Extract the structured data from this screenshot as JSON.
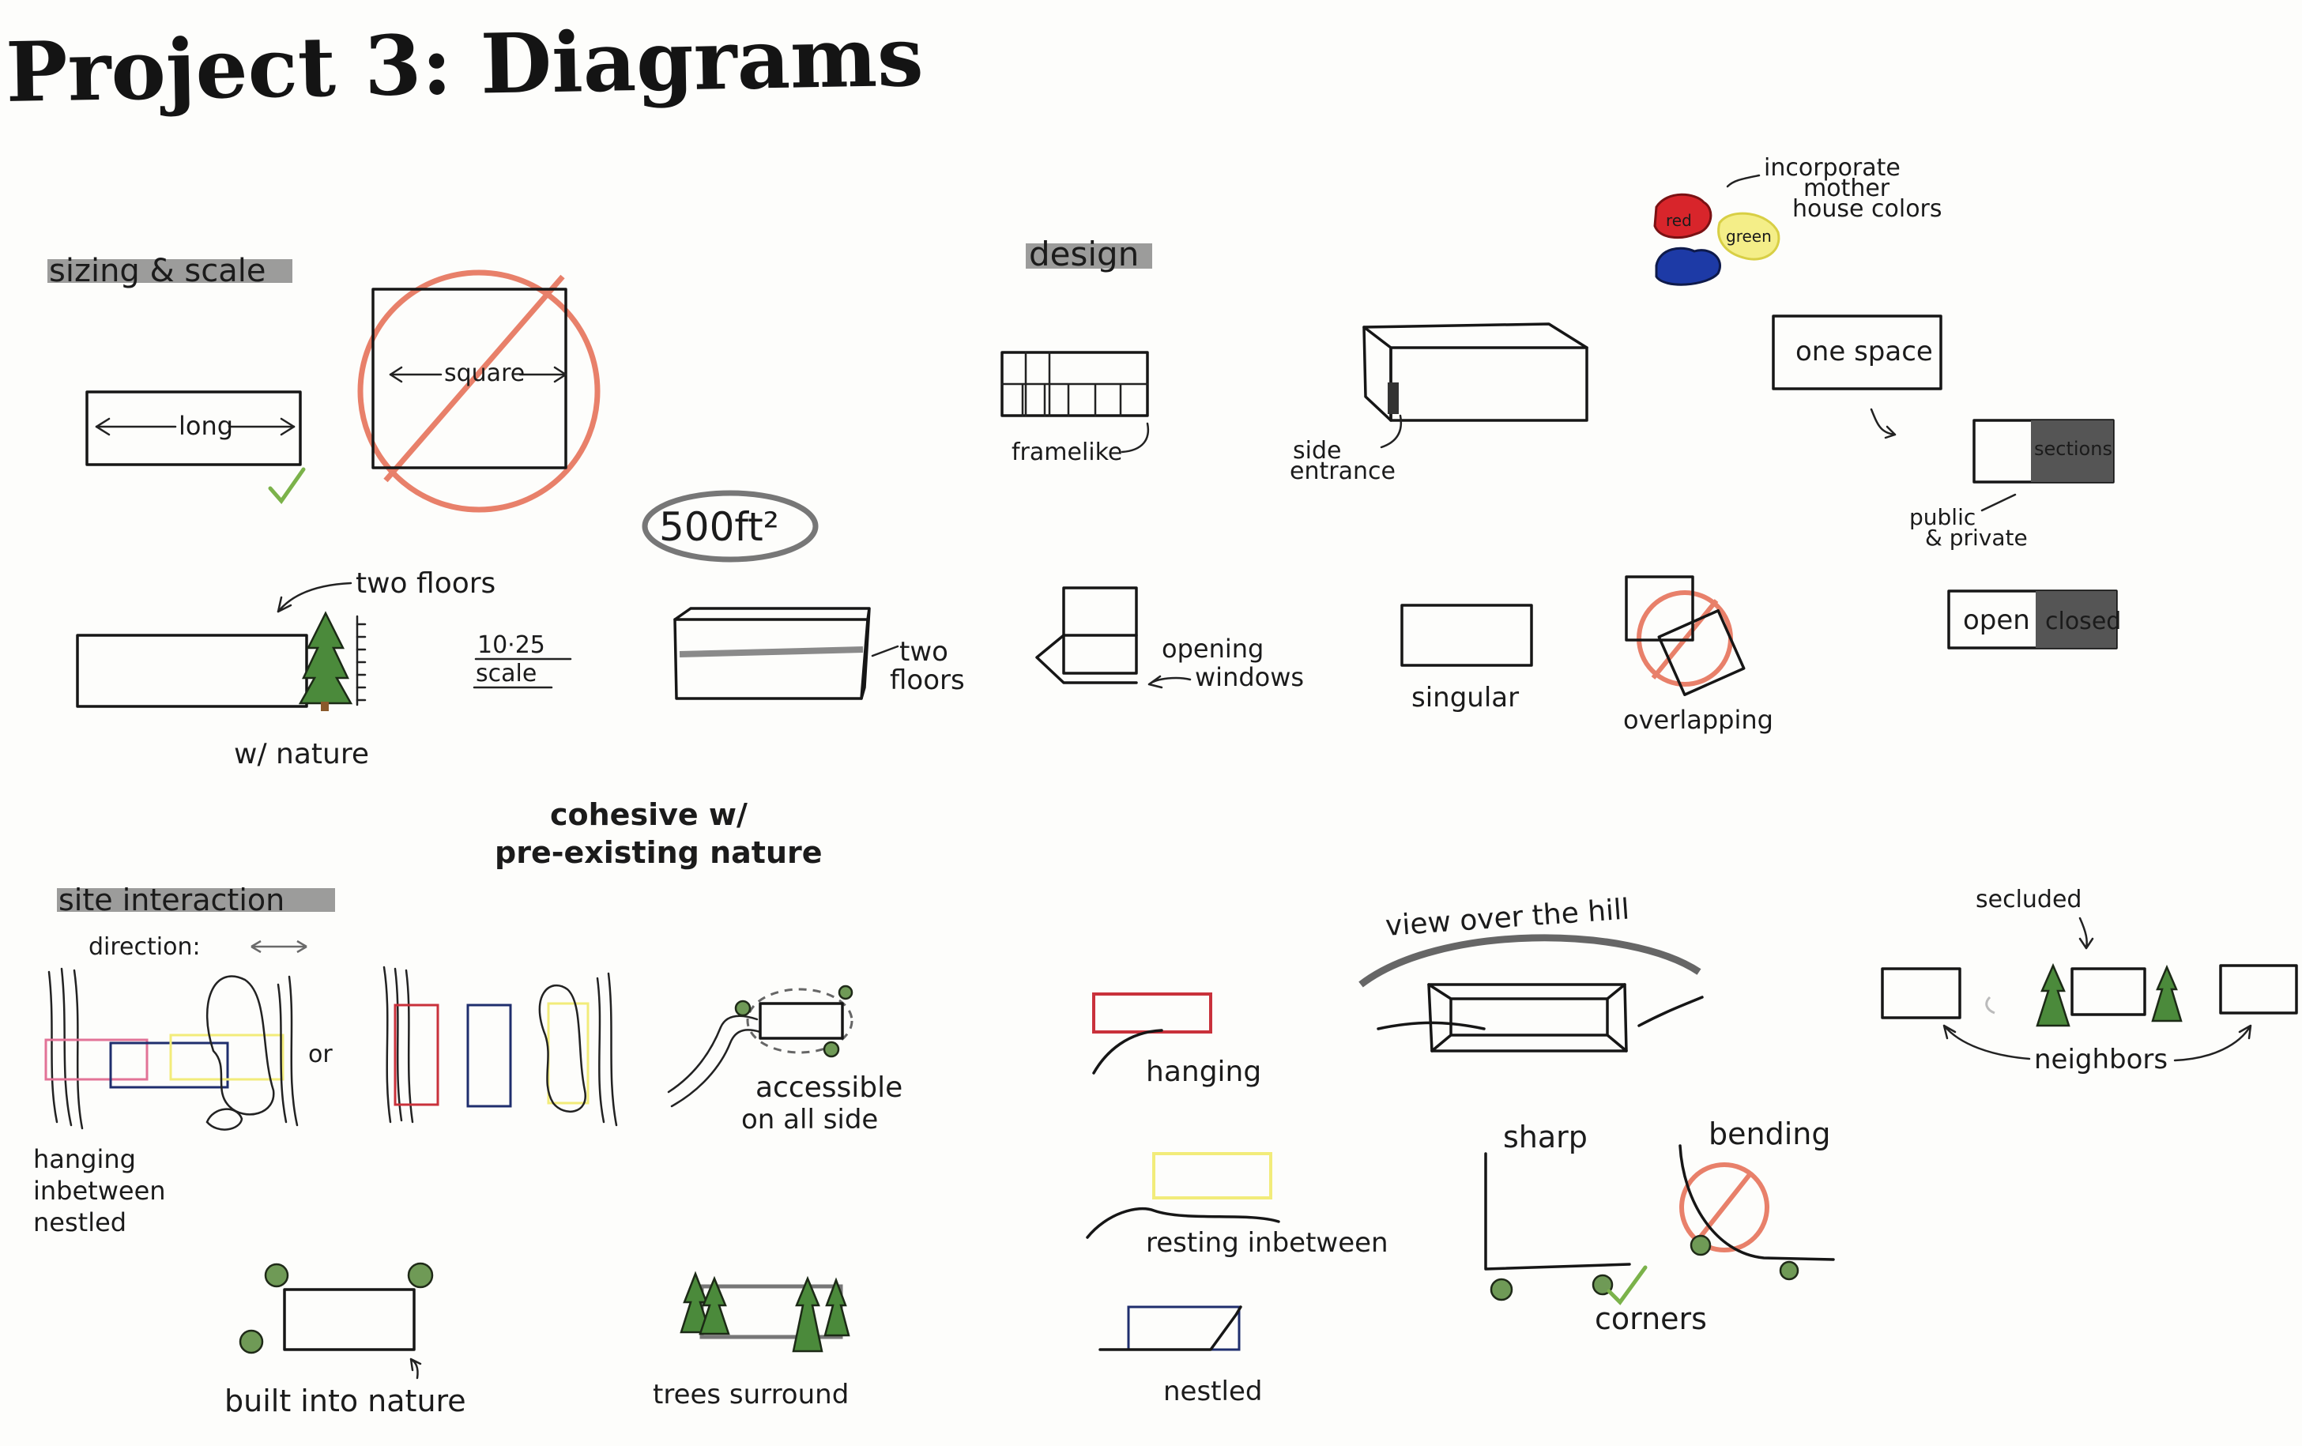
{
  "title": "Project 3: Diagrams",
  "sections": {
    "sizing": "sizing & scale",
    "design": "design",
    "site": "site interaction"
  },
  "labels": {
    "long": "long",
    "square": "square",
    "area": "500ft²",
    "two_floors_top": "two floors",
    "ratio": "10·25",
    "scale": "scale",
    "with_nature": "w/ nature",
    "two_floors_box_1": "two",
    "two_floors_box_2": "floors",
    "framelike": "framelike",
    "side_entrance_1": "side",
    "side_entrance_2": "entrance",
    "opening_windows_1": "opening",
    "opening_windows_2": "windows",
    "singular": "singular",
    "overlapping": "overlapping",
    "incorporate_1": "incorporate",
    "incorporate_2": "mother",
    "incorporate_3": "house colors",
    "red": "red",
    "green": "green",
    "one_space": "one space",
    "sections": "sections",
    "public_private_1": "public",
    "public_private_2": "& private",
    "open": "open",
    "closed": "closed",
    "cohesive_1": "cohesive w/",
    "cohesive_2": "pre-existing nature",
    "direction": "direction:",
    "or": "or",
    "legend_hanging": "hanging",
    "legend_inbetween": "inbetween",
    "legend_nestled": "nestled",
    "accessible_1": "accessible",
    "accessible_2": "on all side",
    "built_into": "built into nature",
    "trees_surround": "trees surround",
    "hanging": "hanging",
    "resting_inbetween": "resting inbetween",
    "nestled": "nestled",
    "view_over_hill": "view over the hill",
    "sharp": "sharp",
    "bending": "bending",
    "corners": "corners",
    "secluded": "secluded",
    "neighbors": "neighbors"
  },
  "colors": {
    "red_marker": "#e8806a",
    "check_green": "#7bb24a",
    "highlight_grey": "#7b7b7b",
    "pink": "#e27397",
    "purple": "#5a4a9a",
    "yellow": "#f2ec7a",
    "crimson": "#c9313b",
    "navy": "#1f2e6e",
    "blob_red": "#d8252b",
    "blob_blue": "#1d3aa6",
    "blob_yellow": "#f4ee88"
  }
}
